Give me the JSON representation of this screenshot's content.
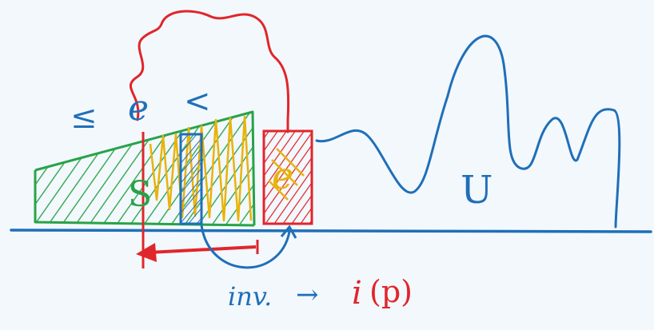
{
  "labels": {
    "leq": "≤",
    "e_top": "e",
    "lt": "<",
    "s_glyph": "S",
    "e_box": "e",
    "u_glyph": "U",
    "inv": "inv.",
    "arrow": "→",
    "i": "i",
    "p_expr": "(p)"
  },
  "colors": {
    "blue": "#1f6fb8",
    "red": "#e0262b",
    "green": "#27a348",
    "yellow": "#e9b30a",
    "background": "#f3f8fd"
  }
}
